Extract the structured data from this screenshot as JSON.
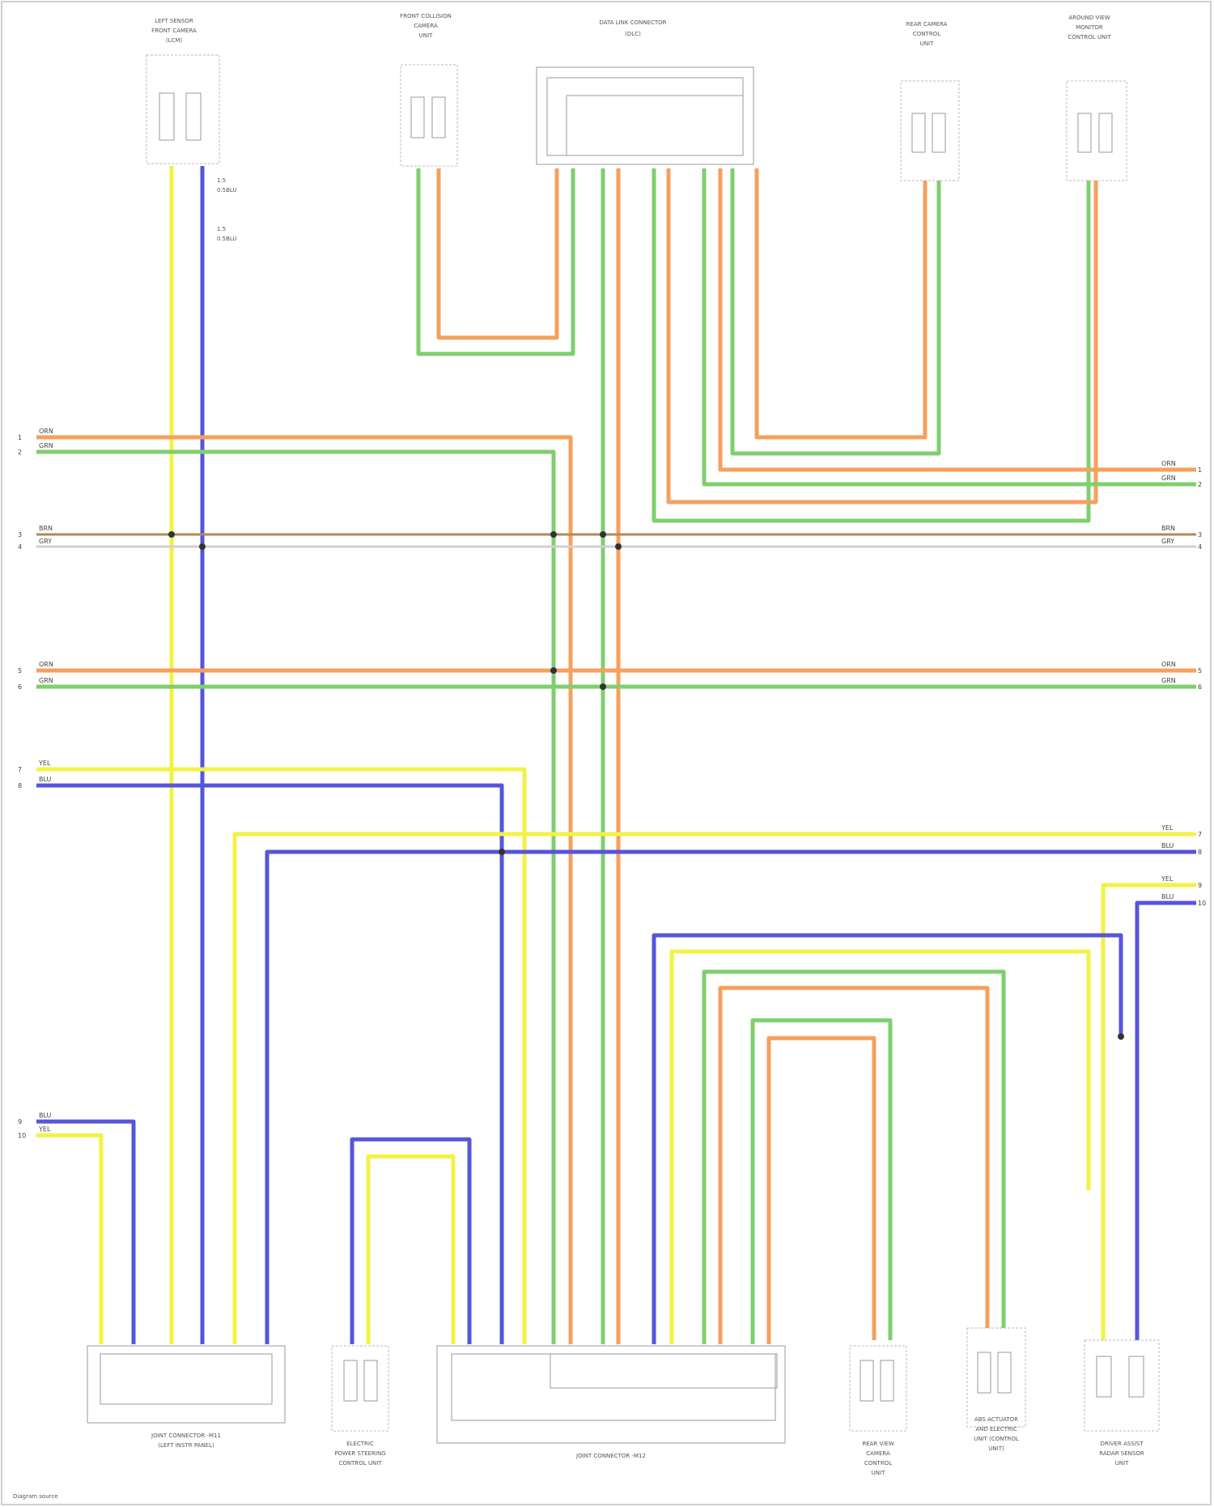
{
  "colors": {
    "yellow": "#f2f244",
    "blue": "#5555dd",
    "green": "#7fcf6f",
    "orange": "#f5a05c",
    "frame": "#d9d9d9",
    "box": "#888888"
  },
  "labels": {
    "top": {
      "lcm": [
        "LEFT SENSOR",
        "FRONT CAMERA",
        "(LCM)"
      ],
      "frcu": [
        "FRONT COLLISION",
        "CAMERA",
        "UNIT"
      ],
      "dlc": [
        "DATA LINK CONNECTOR",
        "(DLC)"
      ],
      "rc": [
        "REAR CAMERA",
        "CONTROL",
        "UNIT"
      ],
      "apm": [
        "AROUND VIEW",
        "MONITOR",
        "CONTROL UNIT"
      ]
    },
    "bottom": {
      "jb1": [
        "JOINT CONNECTOR -M11",
        "(LEFT INSTR PANEL)"
      ],
      "ecm": [
        "ELECTRIC",
        "POWER STEERING",
        "CONTROL UNIT"
      ],
      "jb2": "JOINT CONNECTOR -M12",
      "bcm": [
        "REAR VIEW",
        "CAMERA",
        "CONTROL",
        "UNIT"
      ],
      "abs": [
        "ABS ACTUATOR",
        "AND ELECTRIC",
        "UNIT (CONTROL",
        "UNIT)"
      ],
      "adas": [
        "DRIVER ASSIST",
        "RADAR SENSOR",
        "UNIT"
      ]
    },
    "wire_left": [
      {
        "pin": "1",
        "code": "ORN"
      },
      {
        "pin": "2",
        "code": "GRN"
      },
      {
        "pin": "3",
        "code": "BRN"
      },
      {
        "pin": "4",
        "code": "GRY"
      },
      {
        "pin": "5",
        "code": "ORN"
      },
      {
        "pin": "6",
        "code": "GRN"
      },
      {
        "pin": "7",
        "code": "YEL"
      },
      {
        "pin": "8",
        "code": "BLU"
      },
      {
        "pin": "9",
        "code": "BLU"
      },
      {
        "pin": "10",
        "code": "YEL"
      }
    ],
    "wire_right": [
      {
        "pin": "1",
        "code": "ORN"
      },
      {
        "pin": "2",
        "code": "GRN"
      },
      {
        "pin": "3",
        "code": "BRN"
      },
      {
        "pin": "4",
        "code": "GRY"
      },
      {
        "pin": "5",
        "code": "ORN"
      },
      {
        "pin": "6",
        "code": "GRN"
      },
      {
        "pin": "7",
        "code": "YEL"
      },
      {
        "pin": "8",
        "code": "BLU"
      },
      {
        "pin": "9",
        "code": "YEL"
      },
      {
        "pin": "10",
        "code": "BLU"
      }
    ],
    "splice_codes": [
      "1.5",
      "0.5BLU",
      "1.5",
      "0.5BLU"
    ],
    "footer": "Diagram source"
  }
}
